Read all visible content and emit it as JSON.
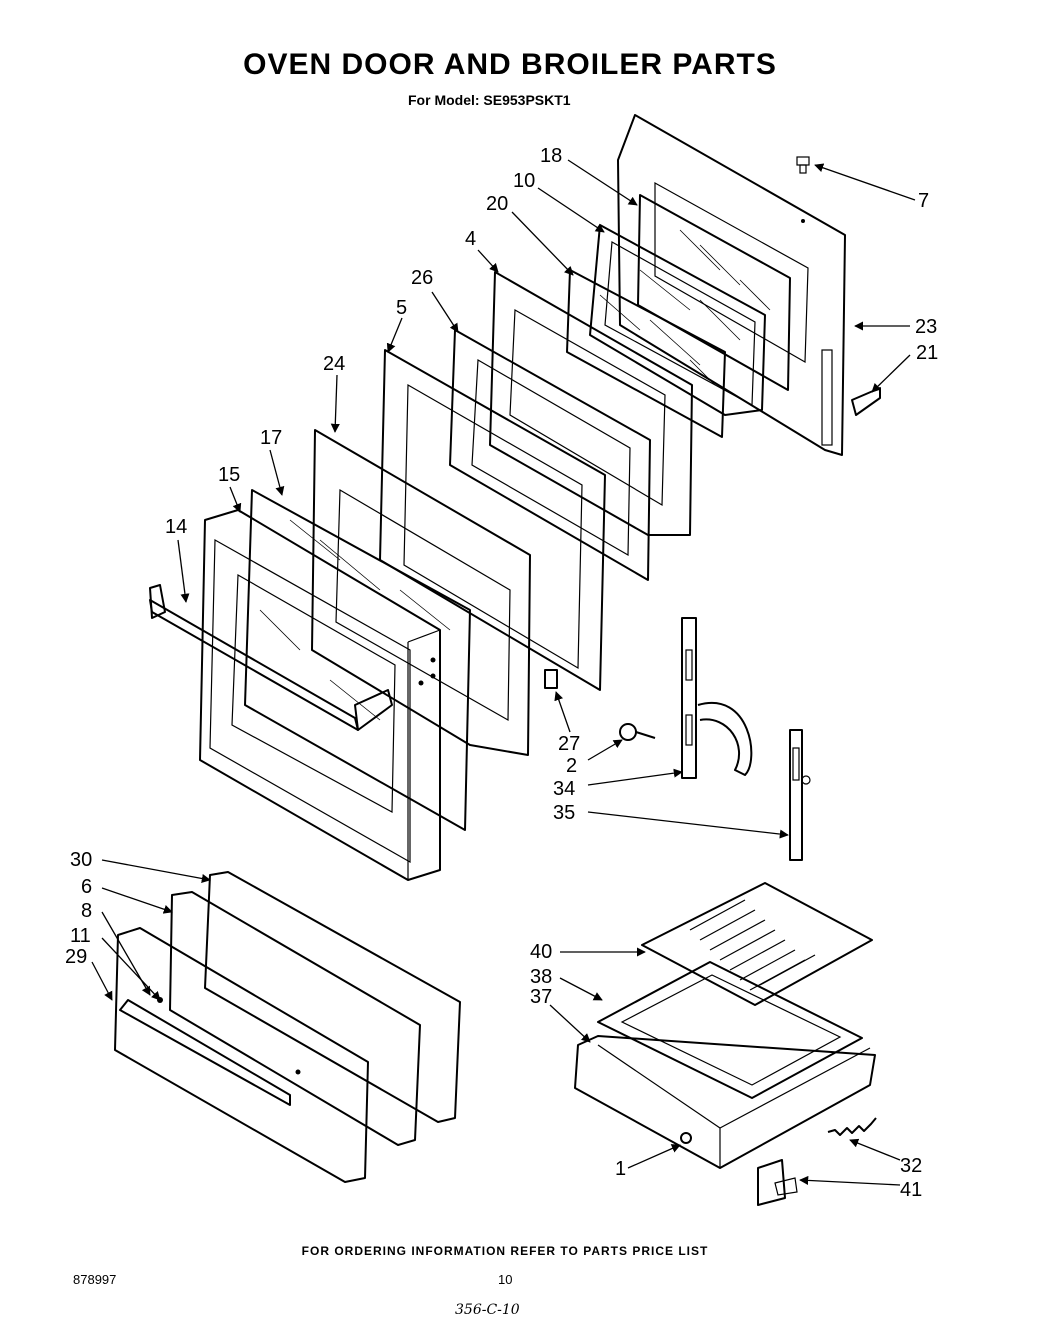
{
  "header": {
    "title": "OVEN DOOR AND BROILER PARTS",
    "model": "For Model: SE953PSKT1"
  },
  "callouts": [
    "18",
    "10",
    "20",
    "4",
    "26",
    "5",
    "24",
    "17",
    "15",
    "14",
    "7",
    "23",
    "21",
    "27",
    "2",
    "34",
    "35",
    "30",
    "6",
    "8",
    "11",
    "29",
    "40",
    "38",
    "37",
    "1",
    "32",
    "41"
  ],
  "footer": {
    "ordering_note": "FOR ORDERING INFORMATION REFER TO PARTS PRICE LIST",
    "doc_number": "878997",
    "page_number": "10",
    "handwritten_note": "356-C-10"
  }
}
